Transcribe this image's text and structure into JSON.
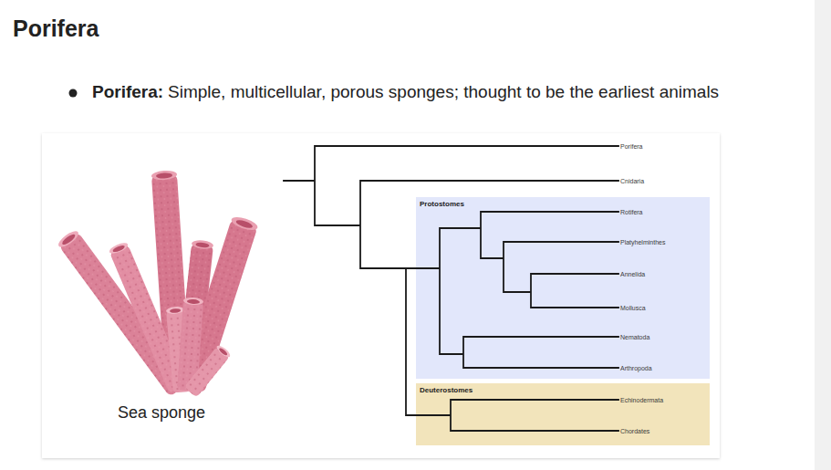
{
  "diagram": {
    "title": "Porifera",
    "nodes": [
      {
        "text": [
          "Protostomes"
        ]
      },
      {
        "text": [
          "Deuterostomes"
        ]
      }
    ],
    "labels": [
      "Porifera:",
      "Simple, multicellular, porous sponges; thought to be the earliest animals",
      "Sea sponge",
      "Porifera",
      "Cnidaria",
      "Rotifera",
      "Platyhelminthes",
      "Annelida",
      "Mollusca",
      "Nematoda",
      "Arthropoda",
      "Echinodermata",
      "Chordates"
    ]
  }
}
